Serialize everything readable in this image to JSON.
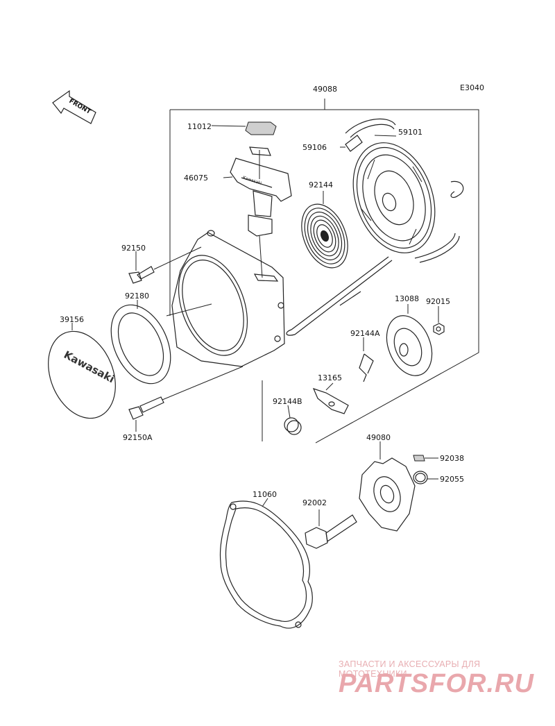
{
  "diagram_code": "E3040",
  "front_label": "FRONT",
  "brand_text": "Kawasaki",
  "parts": {
    "p49088": "49088",
    "p11012": "11012",
    "p46075": "46075",
    "p92144": "92144",
    "p59101": "59101",
    "p59106": "59106",
    "p92150": "92150",
    "p92180": "92180",
    "p39156": "39156",
    "p13088": "13088",
    "p92015": "92015",
    "p92144a": "92144A",
    "p13165": "13165",
    "p92144b": "92144B",
    "p92150a": "92150A",
    "p49080": "49080",
    "p92038": "92038",
    "p92055": "92055",
    "p11060": "11060",
    "p92002": "92002"
  },
  "watermark": {
    "subtitle": "ЗАПЧАСТИ И АКСЕССУАРЫ ДЛЯ МОТОТЕХНИКИ",
    "logo": "PARTSFOR.RU"
  }
}
